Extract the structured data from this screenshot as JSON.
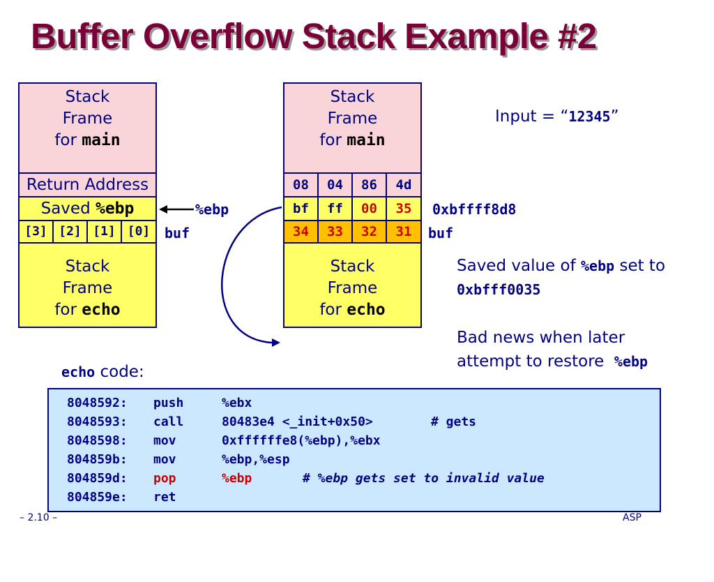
{
  "title": "Buffer Overflow Stack Example #2",
  "left_stack": {
    "main_frame": {
      "line1": "Stack",
      "line2": "Frame",
      "line3_text": "for",
      "line3_kw": "main"
    },
    "return_address": "Return Address",
    "saved_ebp_text": "Saved",
    "saved_ebp_kw": "%ebp",
    "buf_cells": [
      "[3]",
      "[2]",
      "[1]",
      "[0]"
    ],
    "echo_frame": {
      "line1": "Stack",
      "line2": "Frame",
      "line3_text": "for",
      "line3_kw": "echo"
    },
    "ebp_label": "%ebp",
    "buf_label": "buf"
  },
  "right_stack": {
    "main_frame": {
      "line1": "Stack",
      "line2": "Frame",
      "line3_text": "for",
      "line3_kw": "main"
    },
    "row1": [
      "08",
      "04",
      "86",
      "4d"
    ],
    "row2": [
      "bf",
      "ff",
      "00",
      "35"
    ],
    "row3": [
      "34",
      "33",
      "32",
      "31"
    ],
    "echo_frame": {
      "line1": "Stack",
      "line2": "Frame",
      "line3_text": "for",
      "line3_kw": "echo"
    },
    "address_label": "0xbffff8d8",
    "buf_label": "buf"
  },
  "input_label": "Input = “",
  "input_value": "12345",
  "input_close": "”",
  "note1_line1_text": "Saved value of",
  "note1_line1_kw": "%ebp",
  "note1_line1_tail": "set to",
  "note1_line2": "0xbfff0035",
  "note2_line1": "Bad news when later",
  "note2_line2_text": "attempt to restore",
  "note2_line2_kw": "%ebp",
  "code_heading_kw": "echo",
  "code_heading_text": "code:",
  "code": [
    {
      "addr": "8048592:",
      "op": "push",
      "args": "%ebx",
      "comment": ""
    },
    {
      "addr": "8048593:",
      "op": "call",
      "args": "80483e4 <_init+0x50>",
      "comment": "# gets"
    },
    {
      "addr": "8048598:",
      "op": "mov",
      "args": "0xffffffe8(%ebp),%ebx",
      "comment": ""
    },
    {
      "addr": "804859b:",
      "op": "mov",
      "args": "%ebp,%esp",
      "comment": ""
    },
    {
      "addr": "804859d:",
      "op": "pop",
      "args": "%ebp",
      "comment": "# %ebp gets set to invalid value"
    },
    {
      "addr": "804859e:",
      "op": "ret",
      "args": "",
      "comment": ""
    }
  ],
  "footer_left": "– 2.10 –",
  "footer_right": "ASP",
  "colors": {
    "title": "#7a0038",
    "navy": "#000080",
    "pink": "#f9d4d8",
    "yellow": "#ffff66",
    "orange": "#ffc000",
    "red": "#cc0000",
    "code_bg": "#cce8ff"
  }
}
